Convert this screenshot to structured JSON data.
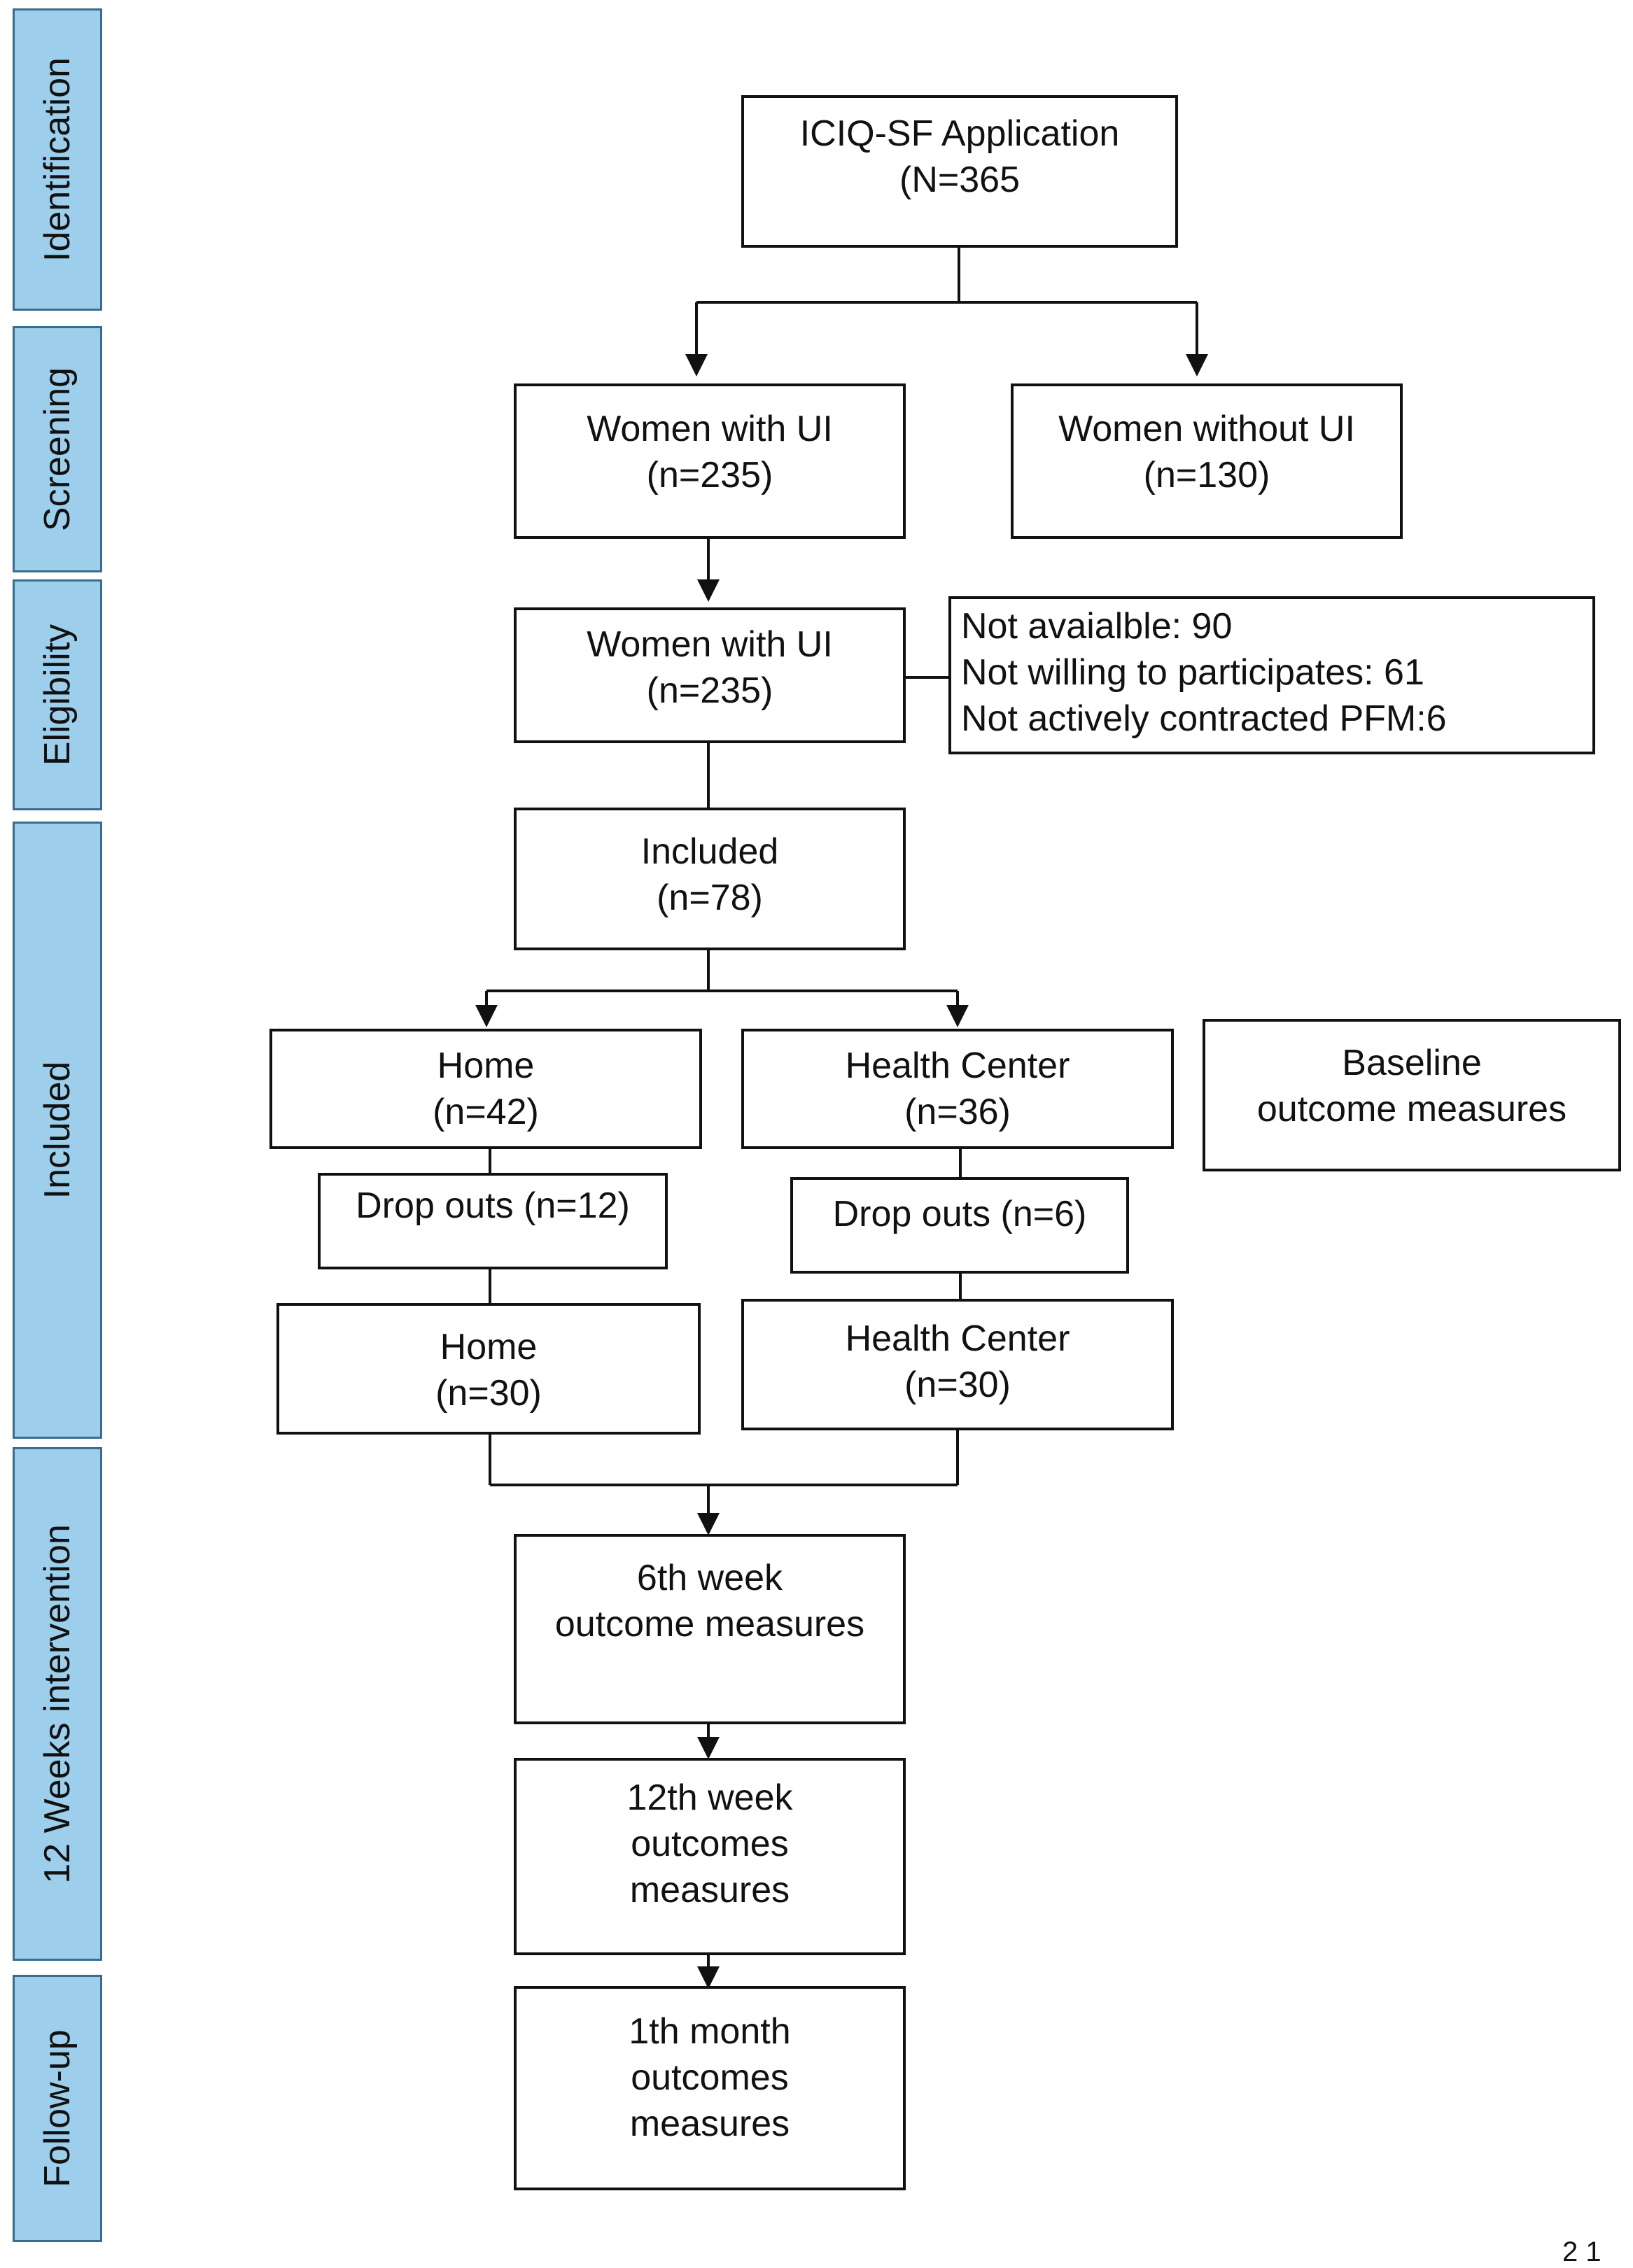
{
  "phases": [
    "Identification",
    "Screening",
    "Eligibility",
    "Included",
    "12 Weeks intervention",
    "Follow-up"
  ],
  "boxes": {
    "application": {
      "line1": "ICIQ-SF Application",
      "line2": "(N=365"
    },
    "with_ui_screen": {
      "line1": "Women with UI",
      "line2": "(n=235)"
    },
    "without_ui": {
      "line1": "Women without UI",
      "line2": "(n=130)"
    },
    "with_ui_eligible": {
      "line1": "Women with UI",
      "line2": "(n=235)"
    },
    "excluded": {
      "line1": "Not avaialble: 90",
      "line2": "Not willing to participates: 61",
      "line3": "Not actively contracted PFM:6"
    },
    "included": {
      "line1": "Included",
      "line2": "(n=78)"
    },
    "home_start": {
      "line1": "Home",
      "line2": "(n=42)"
    },
    "center_start": {
      "line1": "Health Center",
      "line2": "(n=36)"
    },
    "baseline": {
      "line1": "Baseline",
      "line2": "outcome measures"
    },
    "home_dropouts": {
      "line1": "Drop outs (n=12)"
    },
    "center_dropouts": {
      "line1": "Drop outs (n=6)"
    },
    "home_end": {
      "line1": "Home",
      "line2": "(n=30)"
    },
    "center_end": {
      "line1": "Health Center",
      "line2": "(n=30)"
    },
    "week6": {
      "line1": "6th week",
      "line2": "outcome measures"
    },
    "week12": {
      "line1": "12th week",
      "line2": "outcomes",
      "line3": "measures"
    },
    "month1": {
      "line1": "1th month",
      "line2": "outcomes",
      "line3": "measures"
    }
  },
  "corner_mark": "2 1"
}
